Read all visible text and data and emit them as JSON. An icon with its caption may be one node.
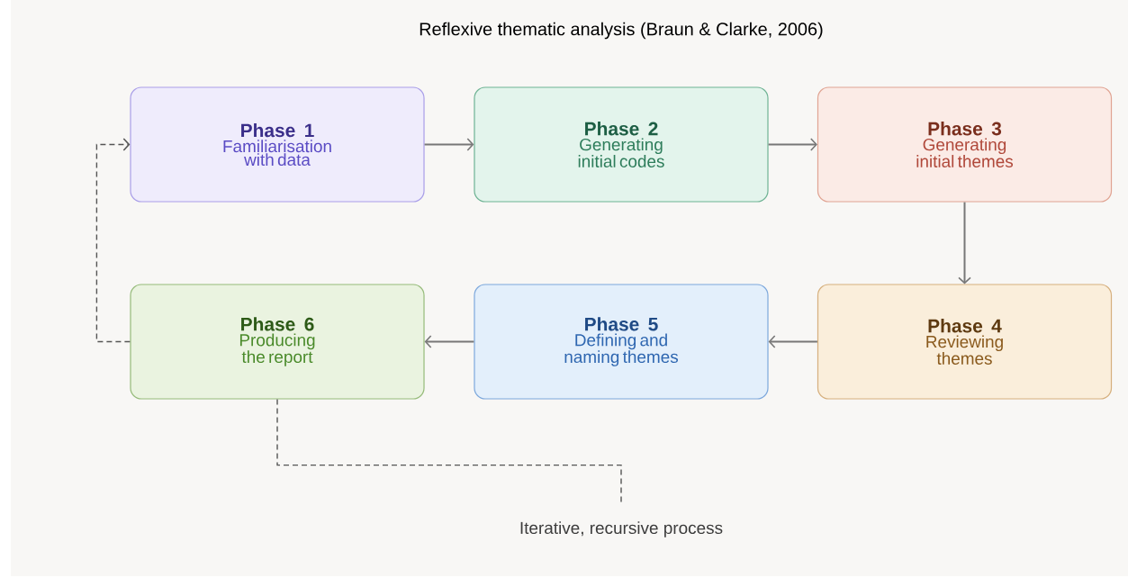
{
  "diagram": {
    "title": "Reflexive thematic analysis (Braun & Clarke, 2006)",
    "nodes": [
      {
        "text": [
          "Phase 1",
          "Familiarisation with data"
        ]
      },
      {
        "text": [
          "Phase 2",
          "Generating initial codes"
        ]
      },
      {
        "text": [
          "Phase 3",
          "Generating initial themes"
        ]
      },
      {
        "text": [
          "Phase 4",
          "Reviewing themes"
        ]
      },
      {
        "text": [
          "Phase 5",
          "Defining and naming themes"
        ]
      },
      {
        "text": [
          "Phase 6",
          "Producing the report"
        ]
      },
      {
        "text": [
          "Iterative, recursive process"
        ]
      }
    ],
    "edges": [
      {
        "from": 0,
        "to": 1,
        "arrow": "to"
      },
      {
        "from": 1,
        "to": 2,
        "arrow": "to"
      },
      {
        "from": 2,
        "to": 3,
        "arrow": "to"
      },
      {
        "from": 3,
        "to": 4,
        "arrow": "to"
      },
      {
        "from": 4,
        "to": 5,
        "arrow": "to"
      },
      {
        "from": 5,
        "to": 0,
        "arrow": "to",
        "style": "dashed"
      },
      {
        "from": 5,
        "to": 6,
        "arrow": "none",
        "style": "dashed"
      }
    ]
  }
}
